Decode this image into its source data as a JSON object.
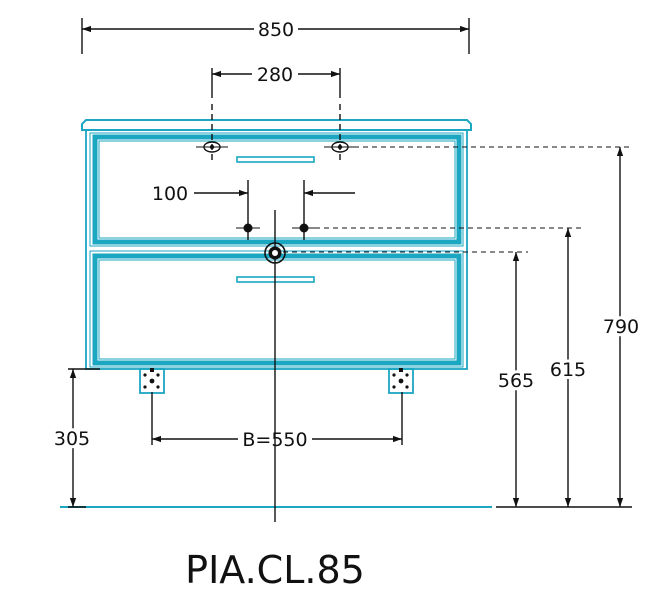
{
  "title": "PIA.CL.85",
  "accent_color": "#1ba6c2",
  "line_color": "#111111",
  "dimensions": {
    "width": "850",
    "tap_spacing": "280",
    "pipe_spacing": "100",
    "leg_spacing": "B=550",
    "leg_height": "305",
    "waste_height": "565",
    "supply_height": "615",
    "tap_height": "790"
  }
}
